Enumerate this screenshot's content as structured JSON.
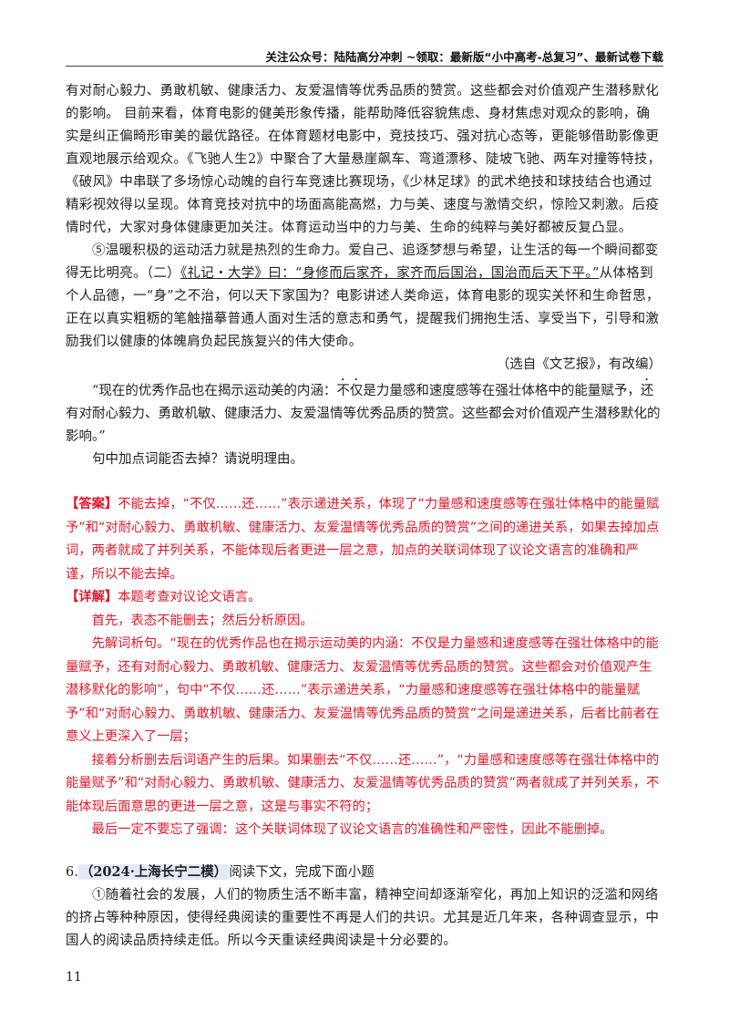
{
  "header": {
    "text": "关注公众号：陆陆高分冲刺 ~领取：最新版“小中高考-总复习”、最新试卷下载"
  },
  "passage": {
    "p1": "有对耐心毅力、勇敢机敏、健康活力、友爱温情等优秀品质的赞赏。这些都会对价值观产生潜移默化的影响。 目前来看，体育电影的健美形象传播，能帮助降低容貌焦虑、身材焦虑对观众的影响，确实是纠正偏畸形审美的最优路径。在体育题材电影中，竞技技巧、强对抗心态等，更能够借助影像更直观地展示给观众。《飞驰人生2》中聚合了大量悬崖飙车、弯道漂移、陡坡飞驰、两车对撞等特技，《破风》中串联了多场惊心动魄的自行车竞速比赛现场，《少林足球》的武术绝技和球技结合也通过精彩视效得以呈现。体育竞技对抗中的场面高能高燃，力与美、速度与激情交织，惊险又刺激。后疫情时代，大家对身体健康更加关注。体育运动当中的力与美、生命的纯粹与美好都被反复凸显。",
    "p2_a": "⑤温暖积极的运动活力就是热烈的生命力。爱自己、追逐梦想与希望，让生活的每一个瞬间都变得无比明亮。（二）",
    "p2_b": "《礼记・大学》曰：“身修而后家齐，家齐而后国治，国治而后天下平。”",
    "p2_c": "从体格到个人品德，一“身”之不治，何以天下家国为？电影讲述人类命运，体育电影的现实关怀和生命哲思，正在以真实粗粝的笔触描摹普通人面对生活的意志和勇气，提醒我们拥抱生活、享受当下，引导和激励我们以健康的体魄肩负起民族复兴的伟大使命。",
    "source": "（选自《文艺报》，有改编）"
  },
  "question": {
    "q_a": "“现在的优秀作品也在揭示运动美的内涵：",
    "q_dot1": "不仅",
    "q_b": "是力量感和速度感等在强壮体格中的能量赋予，",
    "q_dot2": "还",
    "q_c": "有对耐心毅力、勇敢机敏、健康活力、友爱温情等优秀品质的赞赏。这些都会对价值观产生潜移默化的影响。”",
    "ask": "句中加点词能否去掉？请说明理由。"
  },
  "answer": {
    "answer_tag": "【答案】",
    "answer_text": "不能去掉，“不仅……还……”表示递进关系，体现了“力量感和速度感等在强壮体格中的能量赋予”和“对耐心毅力、勇敢机敏、健康活力、友爱温情等优秀品质的赞赏”之间的递进关系，如果去掉加点词，两者就成了并列关系，不能体现后者更进一层之意，加点的关联词体现了议论文语言的准确和严谨，所以不能去掉。",
    "detail_tag": "【详解】",
    "detail_text": "本题考查对议论文语言。",
    "d1": "首先，表态不能删去；然后分析原因。",
    "d2": "先解词析句。“现在的优秀作品也在揭示运动美的内涵：不仅是力量感和速度感等在强壮体格中的能量赋予，还有对耐心毅力、勇敢机敏、健康活力、友爱温情等优秀品质的赞赏。这些都会对价值观产生潜移默化的影响”，句中“不仅……还……”表示递进关系，“力量感和速度感等在强壮体格中的能量赋予”和“对耐心毅力、勇敢机敏、健康活力、友爱温情等优秀品质的赞赏”之间是递进关系，后者比前者在意义上更深入了一层；",
    "d3": "接着分析删去后词语产生的后果。如果删去“不仅……还……”，“力量感和速度感等在强壮体格中的能量赋予”和“对耐心毅力、勇敢机敏、健康活力、友爱温情等优秀品质的赞赏”两者就成了并列关系，不能体现后面意思的更进一层之意，这是与事实不符的；",
    "d4": "最后一定不要忘了强调：这个关联词体现了议论文语言的准确性和严密性，因此不能删掉。"
  },
  "next_question": {
    "number": "6.",
    "source": "（2024·上海长宁二模）",
    "instruction": "阅读下文，完成下面小题",
    "p1": "①随着社会的发展，人们的物质生活不断丰富，精神空间却逐渐窄化，再加上知识的泛滥和网络的挤占等种种原因，使得经典阅读的重要性不再是人们的共识。尤其是近几年来，各种调查显示，中国人的阅读品质持续走低。所以今天重读经典阅读是十分必要的。"
  },
  "footer": {
    "page_number": "11"
  }
}
